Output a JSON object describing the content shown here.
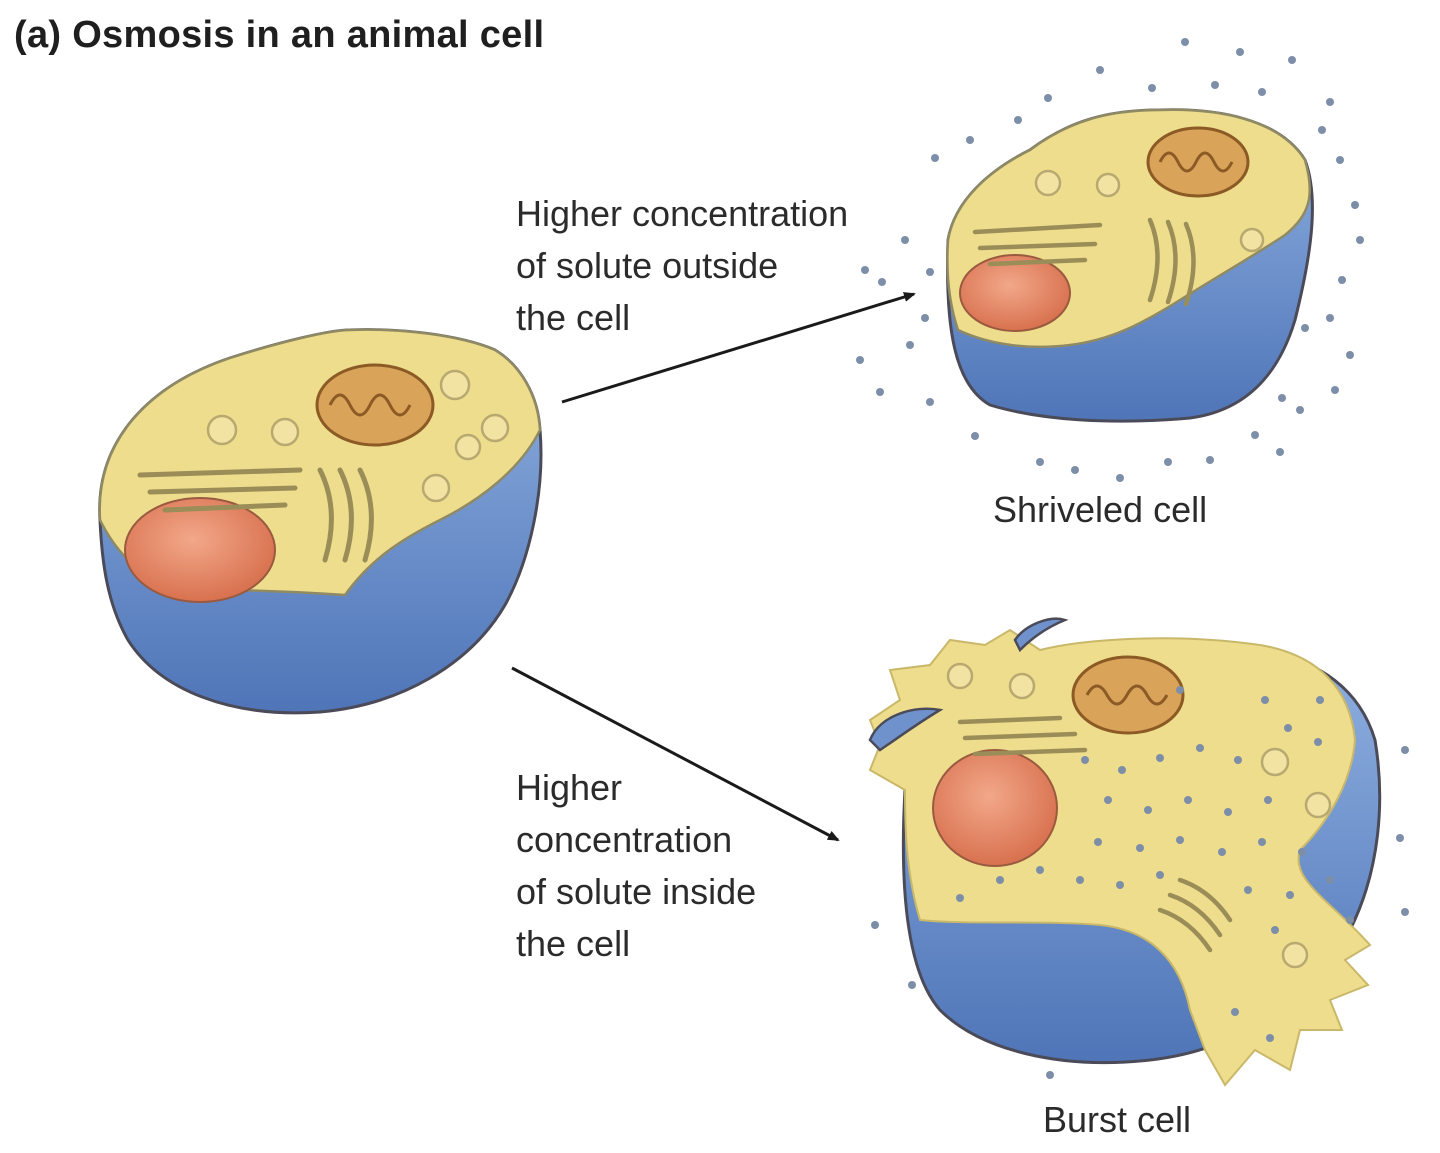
{
  "figure": {
    "title": "(a) Osmosis in an animal cell"
  },
  "labels": {
    "outside_lines": [
      "Higher concentration",
      "of solute outside",
      "the cell"
    ],
    "inside_lines": [
      "Higher",
      "concentration",
      "of solute inside",
      "the cell"
    ],
    "shriveled": "Shriveled cell",
    "burst": "Burst cell"
  },
  "colors": {
    "cytoplasm": "#eedd8c",
    "cell_blue": "#7a9fd6",
    "cell_blue_dark": "#4f75b8",
    "nucleus": "#e58f70",
    "mitochondrion": "#d9a35a",
    "solute": "#7d8ea8",
    "arrow": "#1a1a1a"
  }
}
